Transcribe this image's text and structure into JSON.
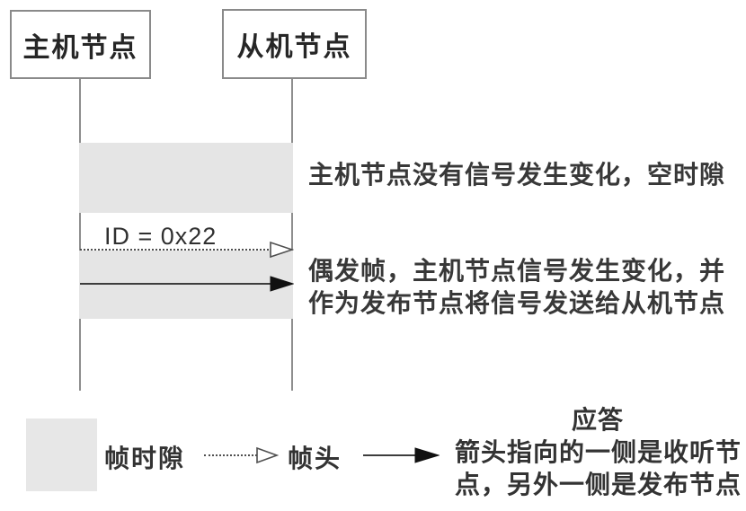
{
  "diagram": {
    "master_node_label": "主机节点",
    "slave_node_label": "从机节点",
    "empty_slot_note": "主机节点没有信号发生变化，空时隙",
    "message_id_label": "ID = 0x22",
    "sporadic_note_line1": "偶发帧，主机节点信号发生变化，并",
    "sporadic_note_line2": "作为发布节点将信号发送给从机节点"
  },
  "legend": {
    "frame_slot_label": "帧时隙",
    "frame_header_label": "帧头",
    "response_title": "应答",
    "response_desc_line1": "箭头指向的一侧是收听节",
    "response_desc_line2": "点，另外一侧是发布节点"
  },
  "icons": {
    "frame_header_arrow": "hollow-right-arrowhead",
    "response_arrow": "filled-right-arrowhead"
  },
  "colors": {
    "slot_fill": "#e5e5e5",
    "line_gray": "#8e8e8e",
    "box_border": "#8a8a8a",
    "arrow_stroke": "#4f4f4f",
    "arrow_fill_dark": "#111111"
  }
}
